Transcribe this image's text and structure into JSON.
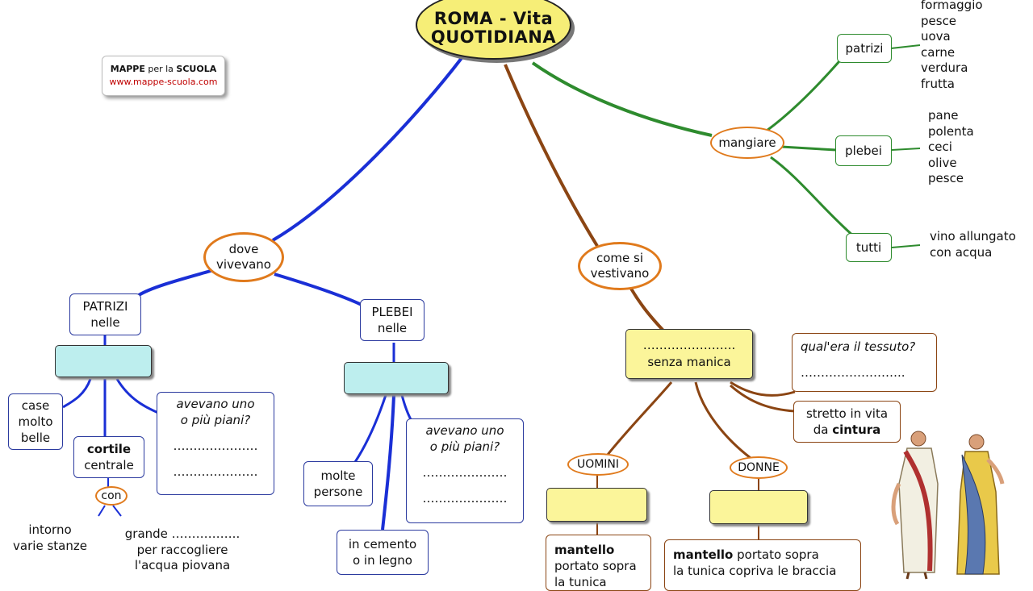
{
  "title": {
    "line1": "ROMA - Vita",
    "line2": "QUOTIDIANA"
  },
  "logo": {
    "bold1": "MAPPE",
    "mid": " per la ",
    "bold2": "SCUOLA",
    "url": "www.mappe-scuola.com"
  },
  "branches": {
    "dove": "dove\nvivevano",
    "vestivano": "come si\nvestivano",
    "mangiare": "mangiare"
  },
  "patrizi_case": {
    "header": "PATRIZI\nnelle",
    "item1": "case\nmolto\nbelle",
    "cortile_bold": "cortile",
    "cortile_rest": "centrale",
    "piani_q": "avevano uno\no più piani?",
    "dots1": "…………………",
    "dots2": "…………………",
    "con": "con",
    "intorno": "intorno\nvarie stanze",
    "grande": "grande ……………..\nper raccogliere\nl'acqua piovana"
  },
  "plebei_case": {
    "header": "PLEBEI\nnelle",
    "molte": "molte\npersone",
    "cemento": "in cemento\no in legno",
    "piani_q": "avevano uno\no più piani?",
    "dots1": "…………………",
    "dots2": "…………………"
  },
  "vestiti": {
    "tunica_dots": "…………………..",
    "tunica_text": "senza manica",
    "tessuto_q": "qual'era il tessuto?",
    "tessuto_dots": "……………………..",
    "stretto_pre": "stretto in vita",
    "stretto_da": "da ",
    "stretto_bold": "cintura",
    "uomini": "UOMINI",
    "donne": "DONNE",
    "mantello_u_bold": "mantello",
    "mantello_u_rest1": "portato sopra",
    "mantello_u_rest2": "la tunica",
    "mantello_d_bold": "mantello",
    "mantello_d_rest1": " portato sopra",
    "mantello_d_rest2": "la tunica copriva le braccia"
  },
  "cibo": {
    "patrizi": "patrizi",
    "plebei": "plebei",
    "tutti": "tutti",
    "patrizi_list": "formaggio\npesce\nuova\ncarne\nverdura\nfrutta",
    "plebei_list": "pane\npolenta\nceci\nolive\npesce",
    "tutti_list": "vino allungato\ncon acqua"
  },
  "colors": {
    "blue_line": "#1a2fd6",
    "brown_line": "#8b4513",
    "green_line": "#2e8b2e",
    "oval_border": "#e07a1c",
    "title_fill": "#f6ee77"
  }
}
